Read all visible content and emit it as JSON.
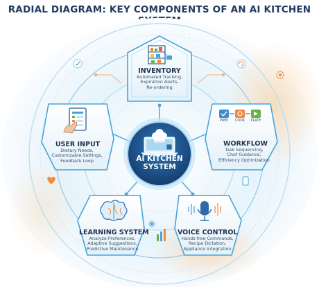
{
  "title": "RADIAL DIAGRAM: KEY COMPONENTS OF AN AI KITCHEN SYSTEM",
  "center": {
    "line1": "AI KITCHEN",
    "line2": "SYSTEM",
    "icon": "chef-hat-laptop-icon"
  },
  "nodes": {
    "inventory": {
      "title": "INVENTORY",
      "desc": [
        "Automated Tracking,",
        "Expiration Alerts,",
        "Re-ordering"
      ],
      "icon": "shelves-icon"
    },
    "workflow": {
      "title": "WORKFLOW",
      "desc": [
        "Task Sequencing,",
        "Chef Guidance,",
        "Efficiency Optimization"
      ],
      "icon": "workflow-steps-icon",
      "steps": [
        "PREP",
        "COOK",
        "PLATE"
      ]
    },
    "voice_control": {
      "title": "VOICE CONTROL",
      "desc": [
        "Hands-free Commands,",
        "Recipe Dictation,",
        "Appliance Integration"
      ],
      "icon": "microphone-icon"
    },
    "learning_system": {
      "title": "LEARNING SYSTEM",
      "desc": [
        "Analyze Preferences,",
        "Adaptive Suggestions,",
        "Predictive Maintenance"
      ],
      "icon": "brain-icon"
    },
    "user_input": {
      "title": "USER INPUT",
      "desc": [
        "Dietary Needs,",
        "Customizable Settings,",
        "Feedback Loop"
      ],
      "icon": "tablet-hand-icon"
    }
  },
  "colors": {
    "title": "#1f3a5c",
    "center_fill": "#1d4f86",
    "panel_fill": "#eef6fb",
    "panel_border": "#4aa3d8",
    "ring": "#8fcbe8",
    "glow_orange": "#f6b36b"
  }
}
